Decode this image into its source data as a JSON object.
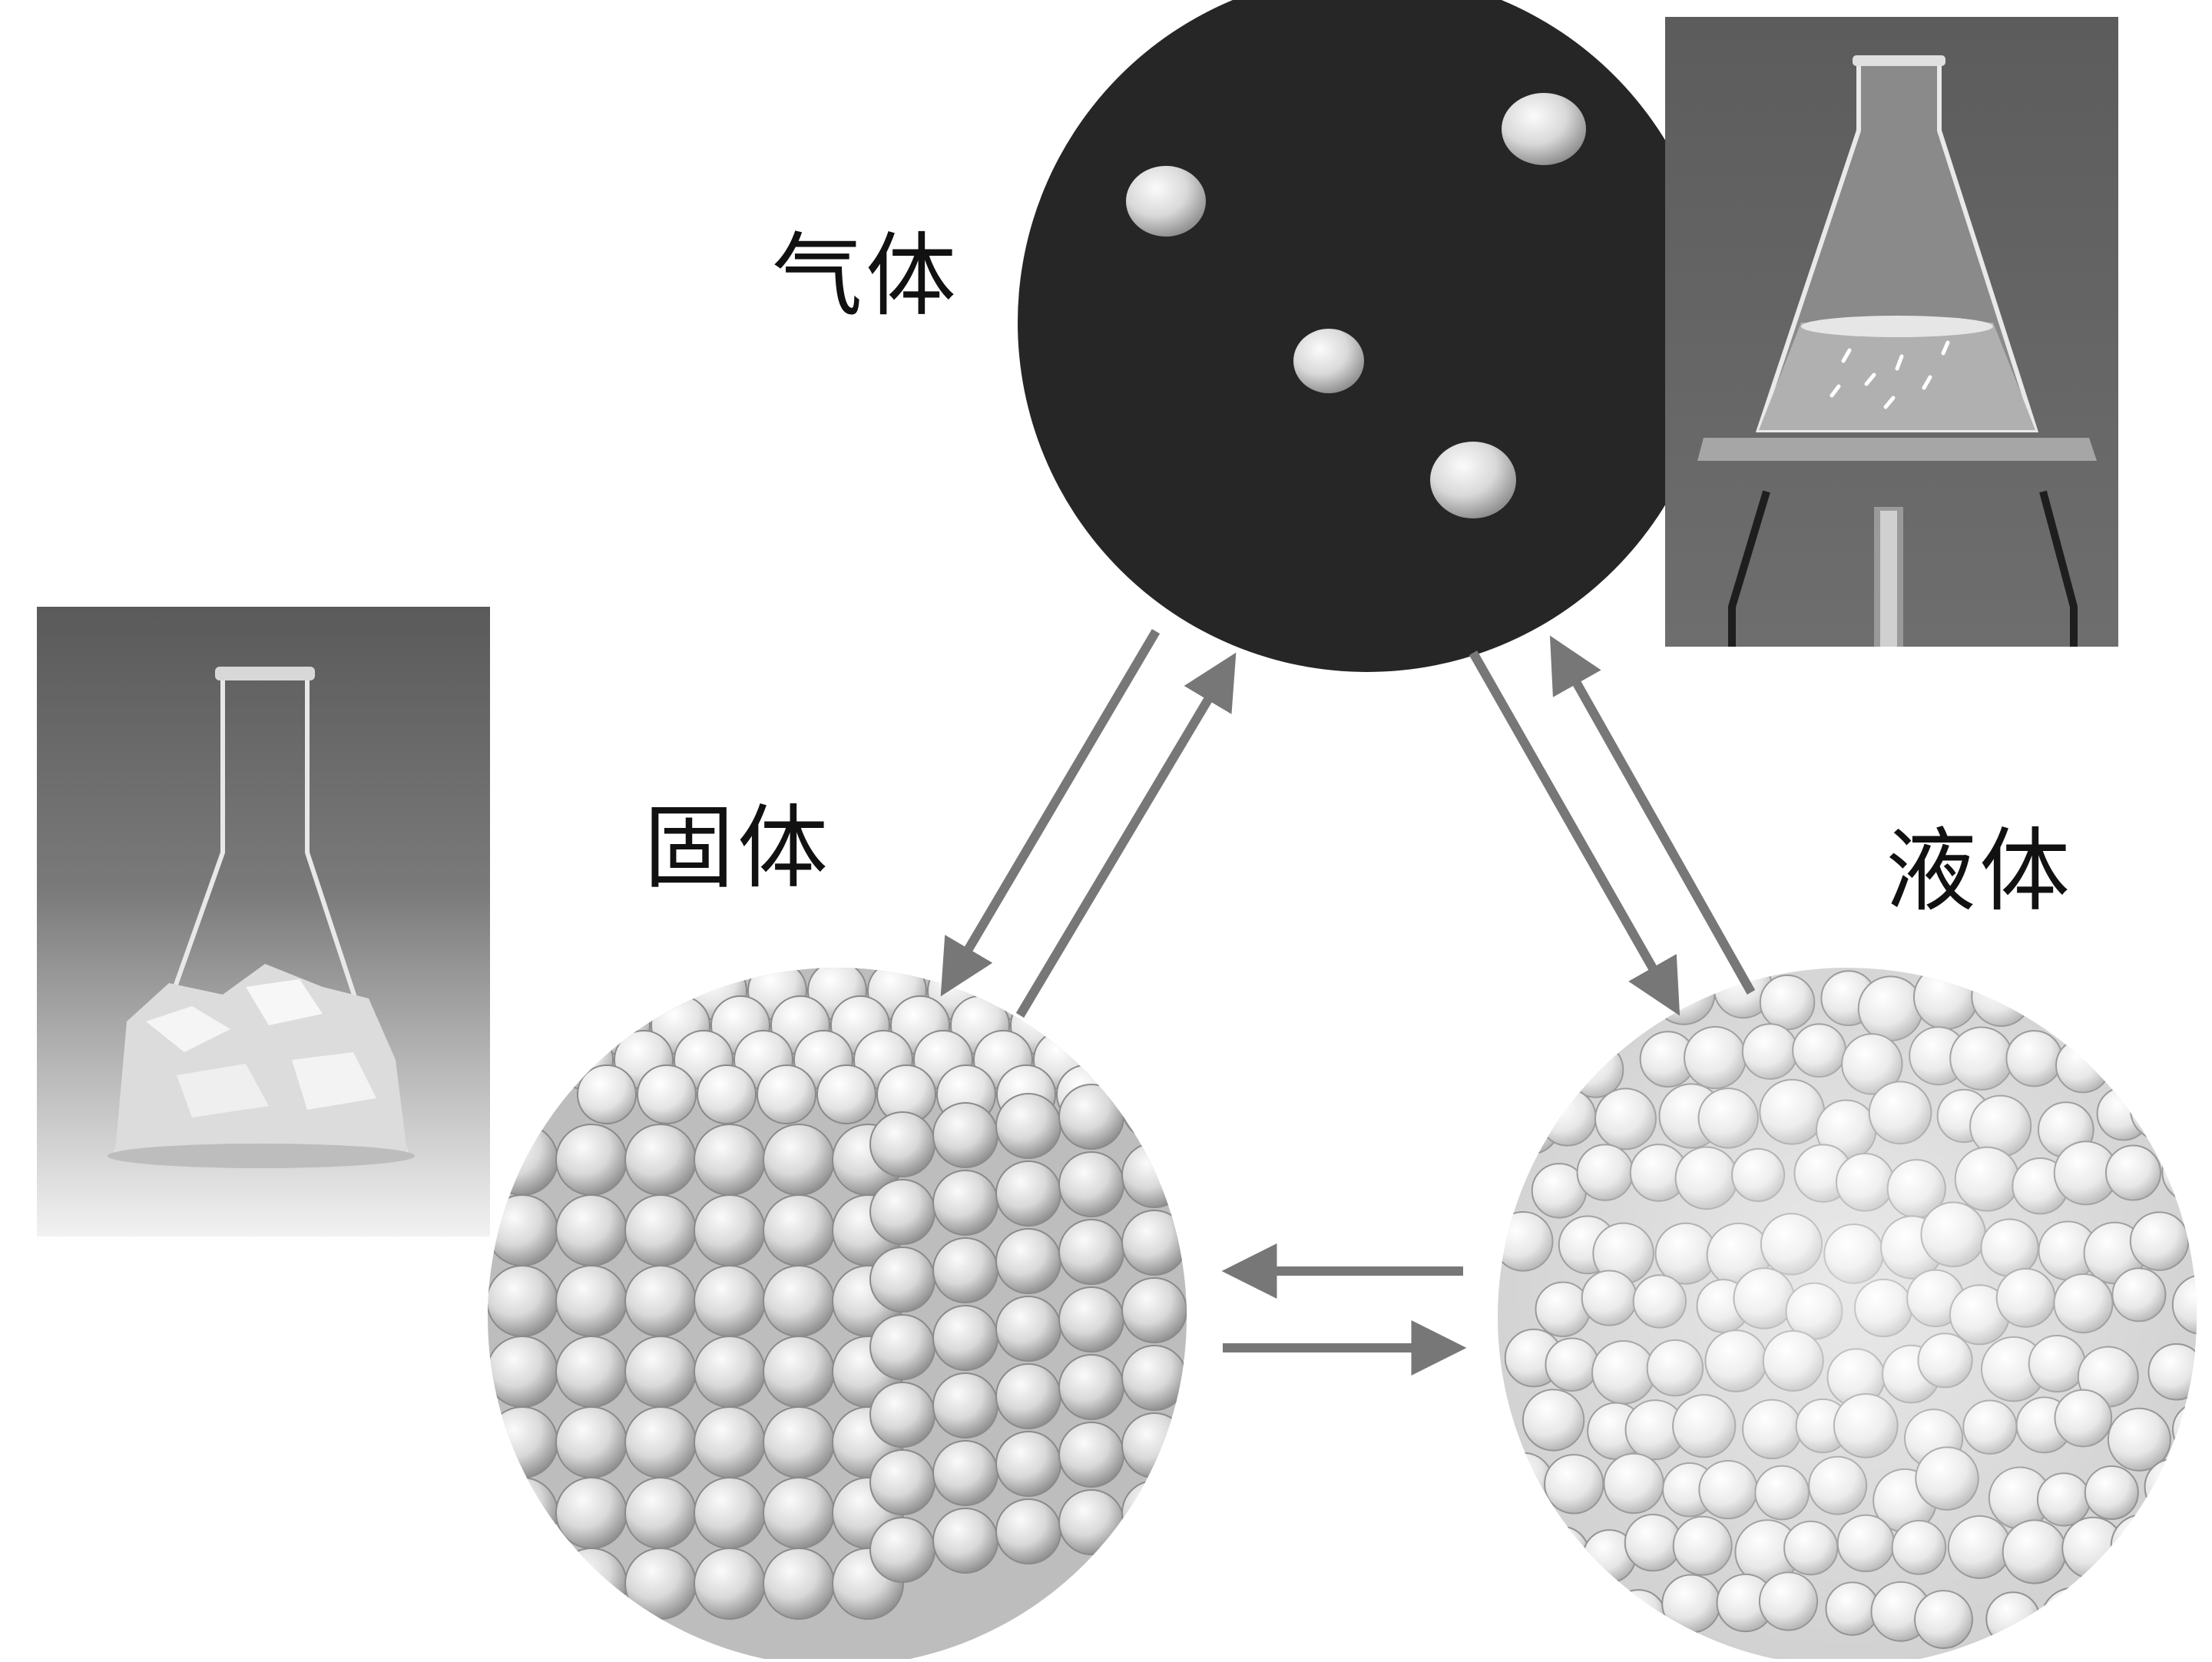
{
  "labels": {
    "gas": "气体",
    "solid": "固体",
    "liquid": "液体"
  },
  "colors": {
    "arrow": "#777777",
    "gas_background": "#262626",
    "particle": "#e3e3e3"
  }
}
